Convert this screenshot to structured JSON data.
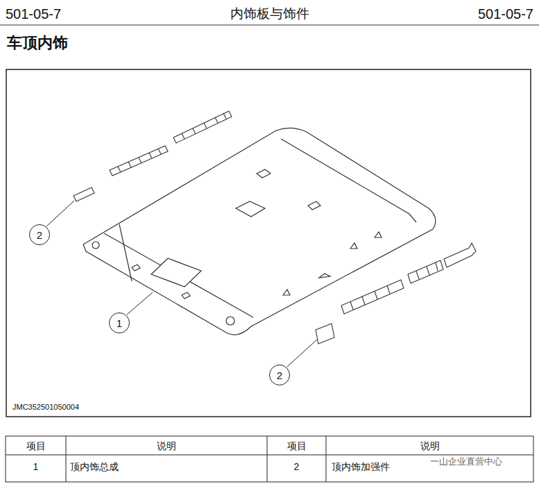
{
  "diagram": {
    "title": "车顶内饰",
    "nodes": [
      {
        "text": [
          "2"
        ]
      },
      {
        "text": [
          "1"
        ]
      },
      {
        "text": [
          "2"
        ]
      }
    ],
    "labels": [
      "501-05-7",
      "内饰板与饰件",
      "501-05-7",
      "JMC352501050004",
      "项目",
      "说明",
      "项目",
      "说明",
      "1",
      "顶内饰总成",
      "2",
      "顶内饰加强件",
      "一山企业直营中心"
    ]
  }
}
